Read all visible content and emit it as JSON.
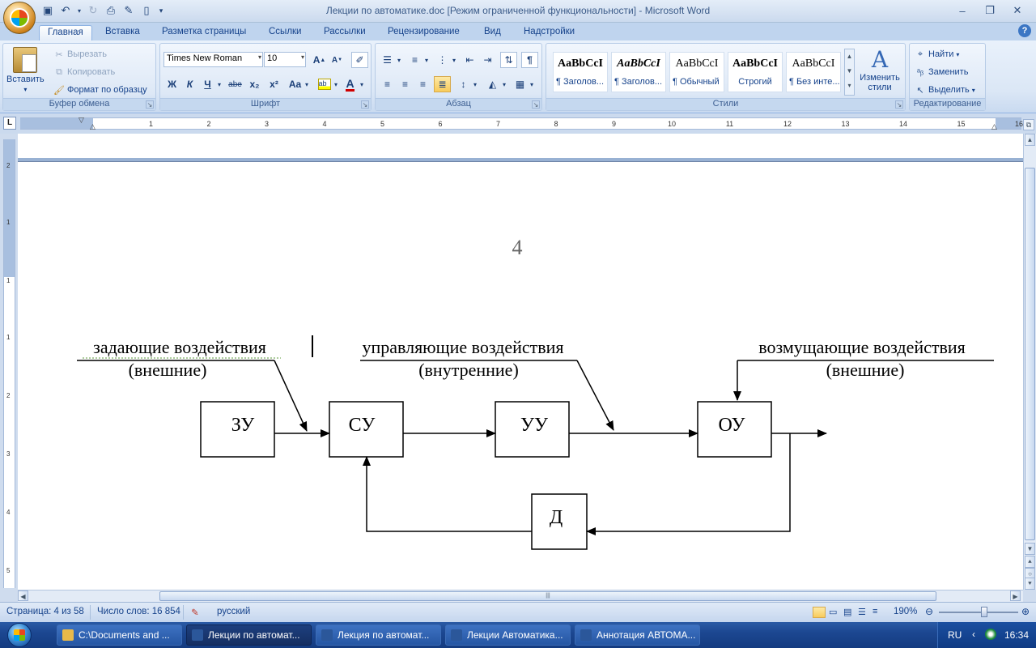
{
  "window": {
    "title": "Лекции по автоматике.doc [Режим ограниченной функциональности] - Microsoft Word"
  },
  "tabs": [
    "Главная",
    "Вставка",
    "Разметка страницы",
    "Ссылки",
    "Рассылки",
    "Рецензирование",
    "Вид",
    "Надстройки"
  ],
  "ribbon": {
    "clipboard": {
      "label": "Буфер обмена",
      "paste": "Вставить",
      "cut": "Вырезать",
      "copy": "Копировать",
      "format_painter": "Формат по образцу"
    },
    "font": {
      "label": "Шрифт",
      "font_name": "Times New Roman",
      "font_size": "10",
      "bold": "Ж",
      "italic": "К",
      "underline": "Ч",
      "strike": "abe",
      "subscript": "x₂",
      "superscript": "x²",
      "change_case": "Aa"
    },
    "paragraph": {
      "label": "Абзац"
    },
    "styles": {
      "label": "Стили",
      "items": [
        {
          "preview": "AaBbCcI",
          "name": "¶ Заголов..."
        },
        {
          "preview": "AaBbCcI",
          "name": "¶ Заголов..."
        },
        {
          "preview": "AaBbCcI",
          "name": "¶ Обычный"
        },
        {
          "preview": "AaBbCcI",
          "name": "Строгий"
        },
        {
          "preview": "AaBbCcI",
          "name": "¶ Без инте..."
        }
      ],
      "change_styles": "Изменить стили"
    },
    "editing": {
      "label": "Редактирование",
      "find": "Найти",
      "replace": "Заменить",
      "select": "Выделить"
    }
  },
  "ruler": {
    "corner": "L",
    "ticks": [
      "1",
      "2",
      "3",
      "4",
      "5",
      "6",
      "7",
      "8",
      "9",
      "10",
      "11",
      "12",
      "13",
      "14",
      "15",
      "16"
    ],
    "vticks": [
      "2",
      "1",
      "1",
      "1",
      "2",
      "3",
      "4",
      "5"
    ]
  },
  "document": {
    "page_number": "4",
    "diagram": {
      "labels": {
        "setting_top": "задающие воздействия",
        "setting_bottom": "(внешние)",
        "control_top": "управляющие воздействия",
        "control_bottom": "(внутренние)",
        "disturb_top": "возмущающие воздействия",
        "disturb_bottom": "(внешние)"
      },
      "blocks": {
        "zu": "ЗУ",
        "su": "СУ",
        "uu": "УУ",
        "ou": "ОУ",
        "d": "Д"
      }
    }
  },
  "status": {
    "page": "Страница: 4 из 58",
    "words": "Число слов: 16 854",
    "language": "русский",
    "zoom": "190%"
  },
  "taskbar": {
    "tasks": [
      {
        "label": "C:\\Documents and ...",
        "color": "#e9b949"
      },
      {
        "label": "Лекции по автомат...",
        "color": "#2b579a"
      },
      {
        "label": "Лекция по автомат...",
        "color": "#2b579a"
      },
      {
        "label": "Лекции Автоматика...",
        "color": "#2b579a"
      },
      {
        "label": "Аннотация АВТОМА...",
        "color": "#2b579a"
      }
    ],
    "lang": "RU",
    "clock": "16:34"
  }
}
